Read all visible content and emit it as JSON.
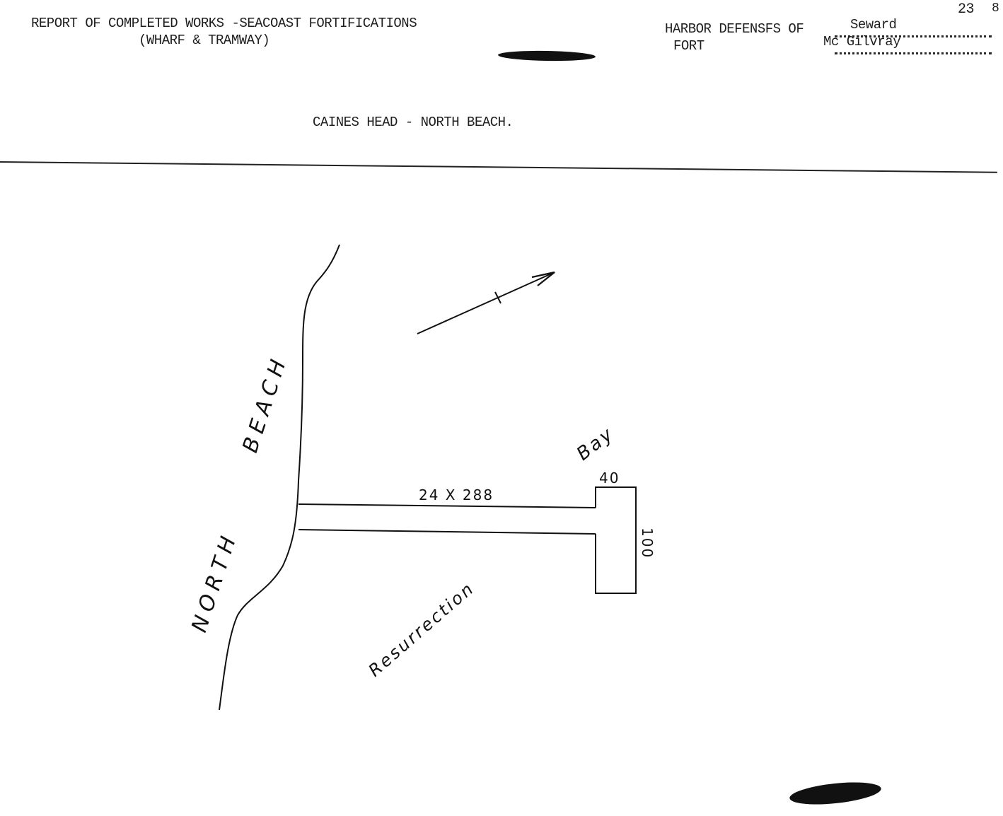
{
  "header": {
    "report_title": "REPORT OF COMPLETED WORKS -SEACOAST FORTIFICATIONS",
    "report_subtitle": "(WHARF  &  TRAMWAY)",
    "harbor_label": "HARBOR DEFENSFS OF",
    "harbor_value": "Seward",
    "fort_label": "FORT",
    "fort_value": "Mc Gilvray",
    "page_number": "23",
    "page_suffix": "8"
  },
  "location_title": "CAINES HEAD -  NORTH BEACH.",
  "map": {
    "beach_label_north": "NORTH",
    "beach_label_beach": "BEACH",
    "water_label_bay": "Bay",
    "water_label_resurrection": "Resurrection",
    "tramway_dimension": "24 X 288",
    "wharf_width_label": "40",
    "wharf_length_label": "100",
    "north_arrow_icon": "north-arrow-icon"
  },
  "colors": {
    "ink": "#1a1a1a",
    "paper": "#ffffff",
    "redaction": "#111111"
  }
}
